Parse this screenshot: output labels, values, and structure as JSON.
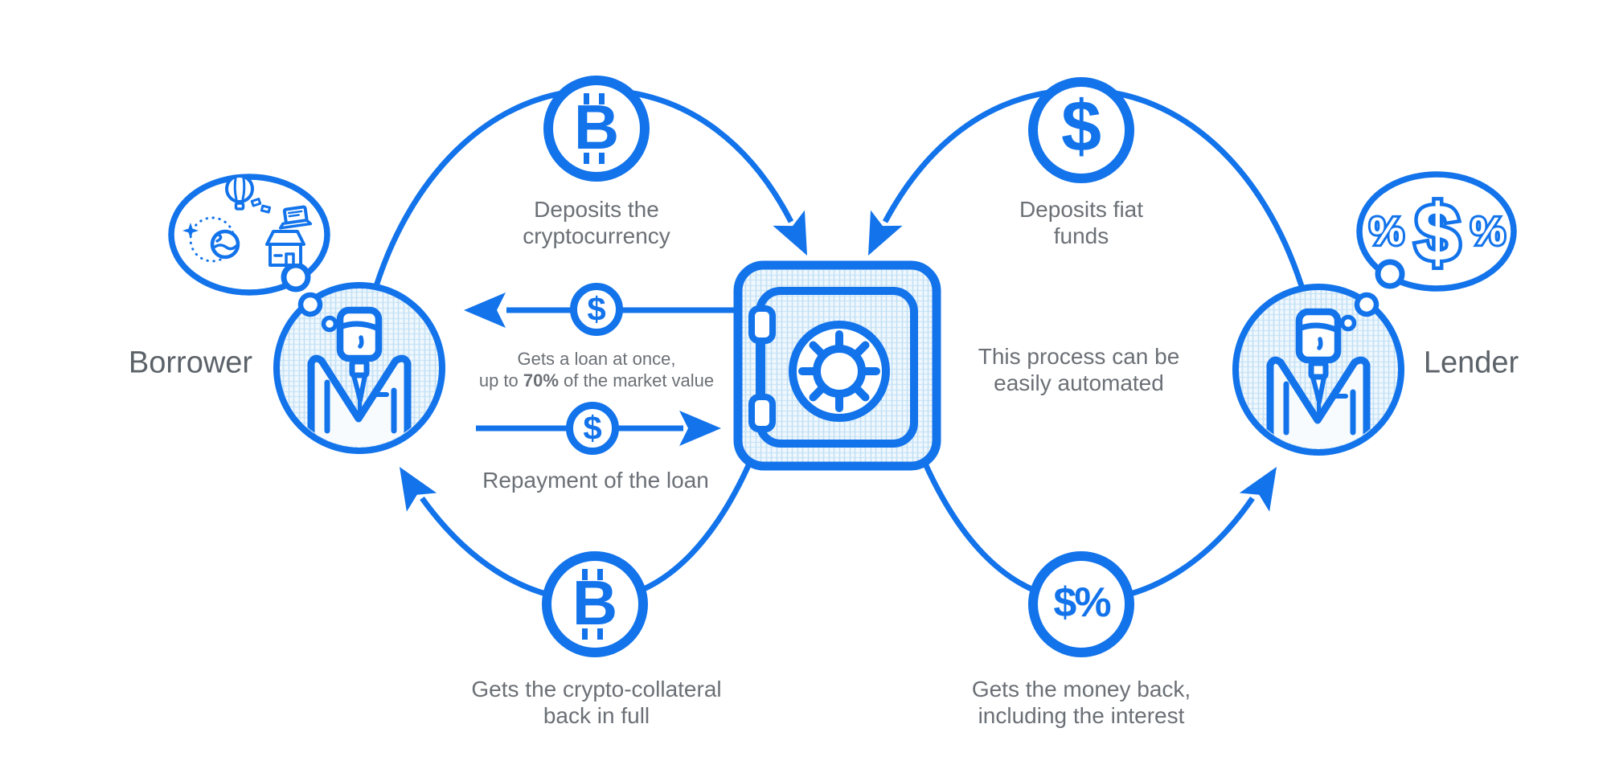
{
  "colors": {
    "primary_blue": "#1273eb",
    "light_pattern_fill": "#f1f8fd",
    "pattern_line": "#c9e4f6",
    "caption_gray": "#6b7076",
    "actor_label_gray": "#5c6269",
    "background": "#ffffff"
  },
  "labels": {
    "borrower": "Borrower",
    "lender": "Lender"
  },
  "flows": {
    "deposit_crypto": {
      "line1": "Deposits the",
      "line2": "cryptocurrency"
    },
    "deposit_fiat": {
      "line1": "Deposits fiat",
      "line2": "funds"
    },
    "loan": {
      "line1": "Gets a loan at once,",
      "line2_pre": "up to ",
      "line2_bold": "70%",
      "line2_post": " of the market value"
    },
    "repayment": {
      "line1": "Repayment of the loan"
    },
    "automated": {
      "line1": "This process can be",
      "line2": "easily automated"
    },
    "crypto_back": {
      "line1": "Gets the crypto-collateral",
      "line2": "back in full"
    },
    "money_back": {
      "line1": "Gets the money back,",
      "line2": "including the interest"
    }
  },
  "coins": {
    "bitcoin_glyph": "B",
    "dollar_glyph": "$",
    "dollar_percent_glyph": "$%"
  },
  "bubble": {
    "percent_left": "%",
    "dollar": "$",
    "percent_right": "%"
  }
}
